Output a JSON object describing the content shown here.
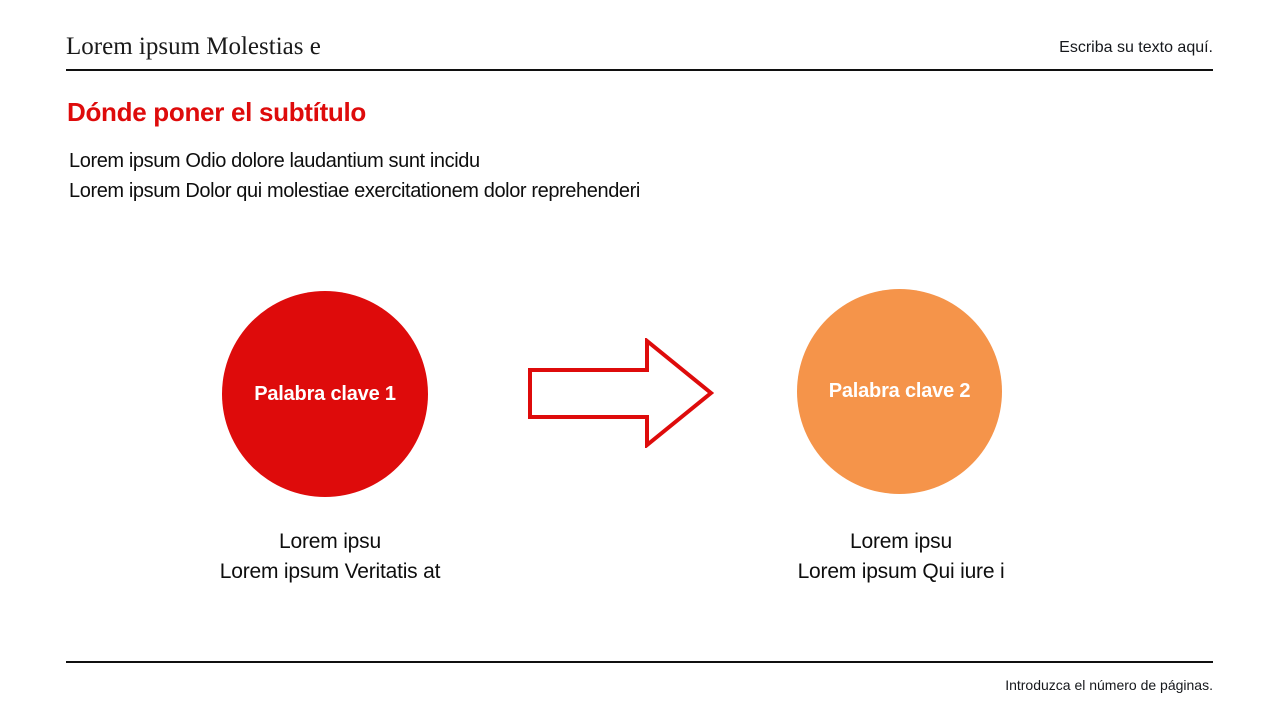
{
  "header": {
    "title": "Lorem ipsum Molestias e",
    "placeholder": "Escriba su texto aquí."
  },
  "content": {
    "subtitle": "Dónde poner el subtítulo",
    "body": {
      "line1": "Lorem ipsum Odio dolore laudantium sunt incidu",
      "line2": "Lorem ipsum Dolor qui molestiae exercitationem dolor reprehenderi"
    }
  },
  "diagram": {
    "items": [
      {
        "label": "Palabra clave 1",
        "color": "#de0b0b",
        "caption_line1": "Lorem ipsu",
        "caption_line2": "Lorem ipsum Veritatis at"
      },
      {
        "label": "Palabra clave 2",
        "color": "#f5944a",
        "caption_line1": "Lorem ipsu",
        "caption_line2": "Lorem ipsum Qui iure i"
      }
    ],
    "arrow": {
      "direction": "right",
      "color": "#de0b0b"
    }
  },
  "footer": {
    "placeholder": "Introduzca el número de páginas."
  },
  "colors": {
    "accent_red": "#de0b0b",
    "accent_orange": "#f5944a",
    "divider": "#101010"
  }
}
